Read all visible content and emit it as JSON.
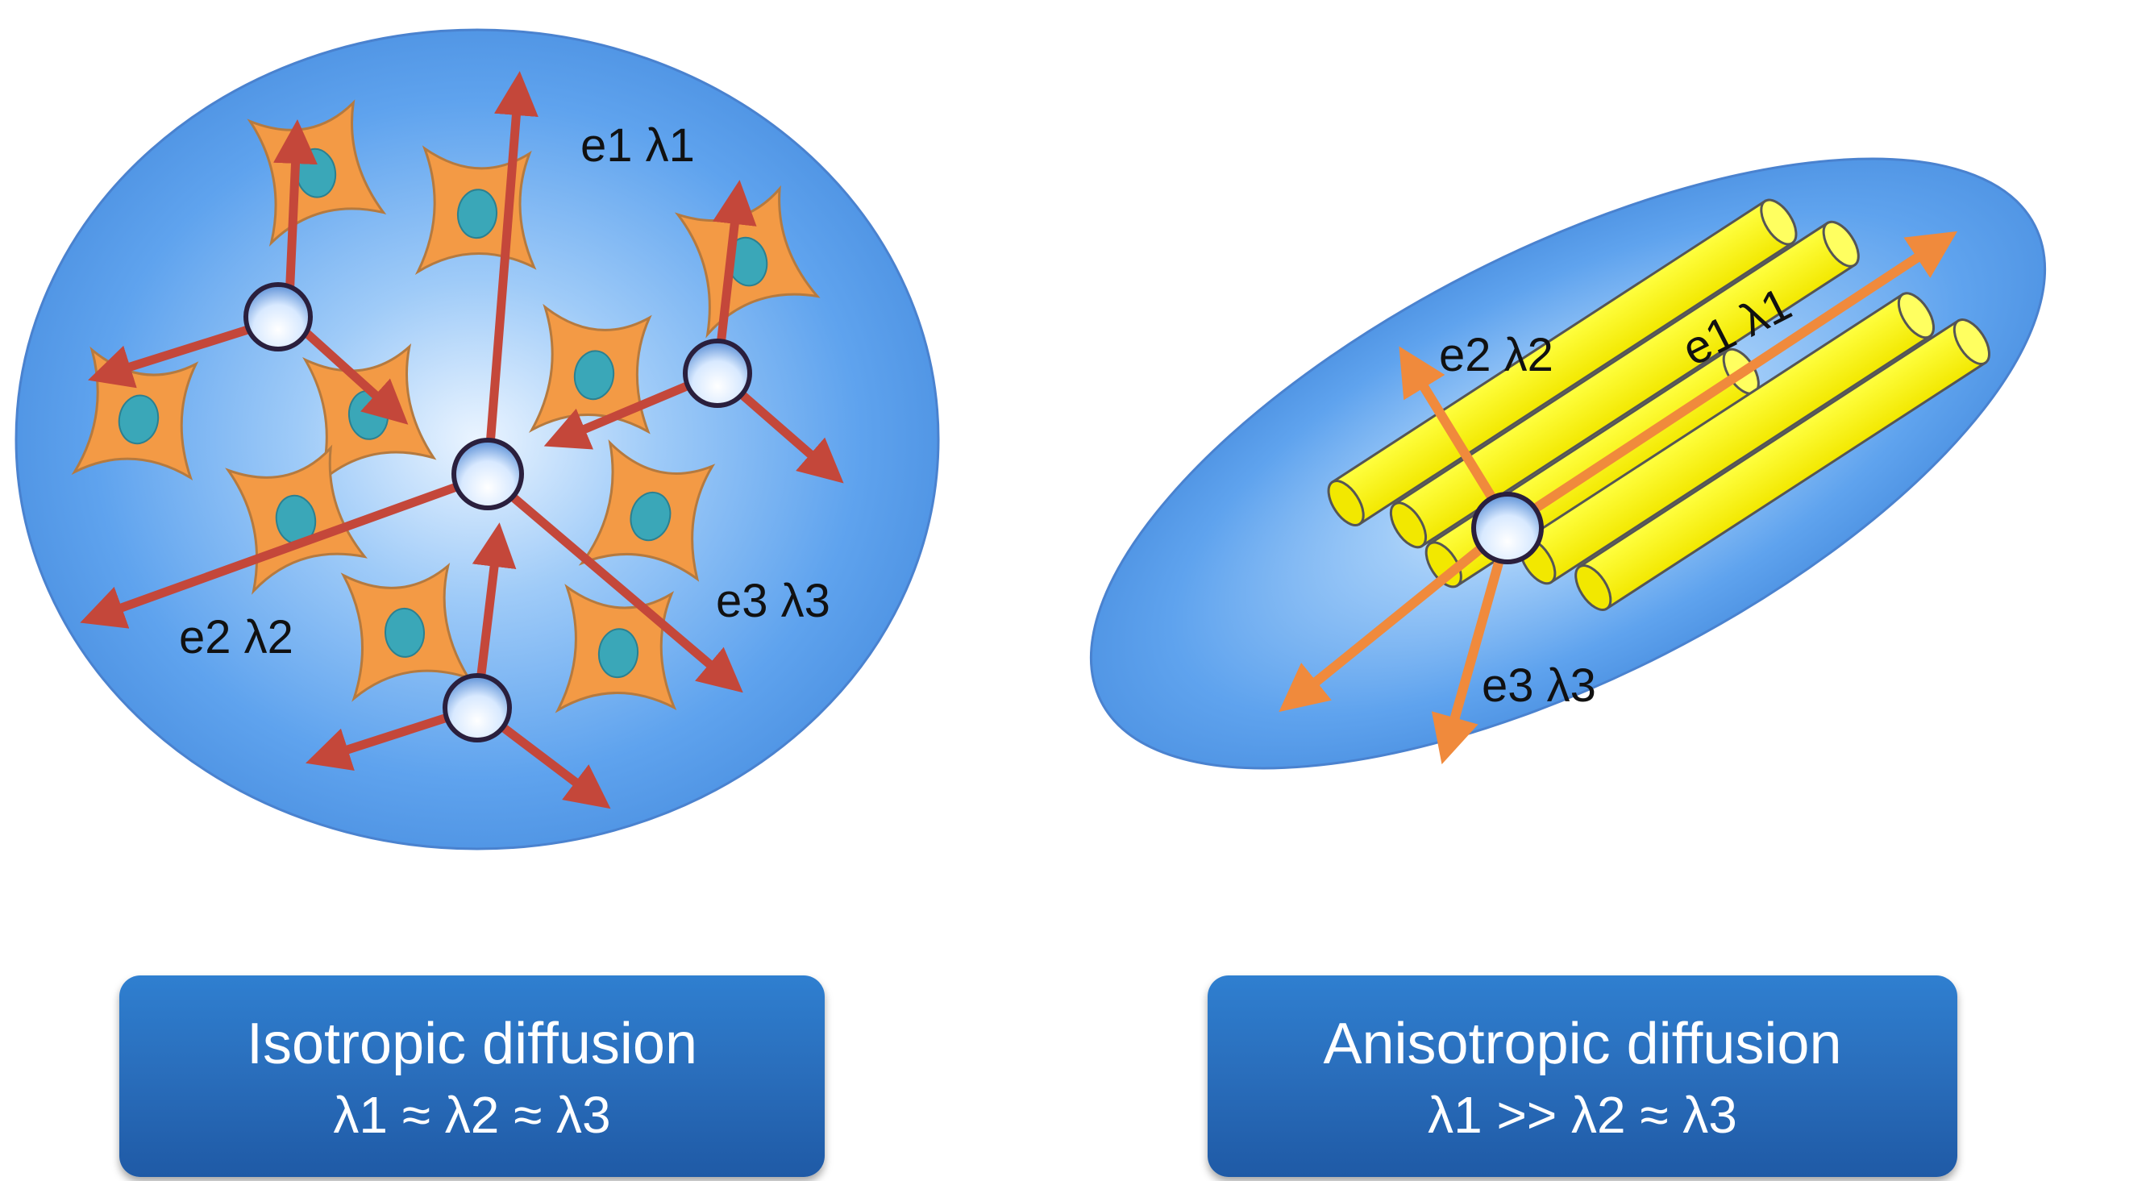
{
  "isotropic": {
    "labels": {
      "e1": "e1 λ1",
      "e2": "e2 λ2",
      "e3": "e3 λ3"
    },
    "caption": {
      "title": "Isotropic diffusion",
      "equation": "λ1 ≈ λ2 ≈ λ3"
    }
  },
  "anisotropic": {
    "labels": {
      "e1": "e1 λ1",
      "e2": "e2 λ2",
      "e3": "e3 λ3"
    },
    "caption": {
      "title": "Anisotropic diffusion",
      "equation": "λ1 >> λ2 ≈ λ3"
    }
  },
  "colors": {
    "ellipse": "#5ea2ee",
    "ellipse_center": "#e8f3ff",
    "cell": "#f39a45",
    "nucleus": "#3aa7b8",
    "red_arrow": "#c4473a",
    "orange_arrow": "#f08a3c",
    "fiber": "#ffff00",
    "caption_box": "#2a6fbd"
  }
}
